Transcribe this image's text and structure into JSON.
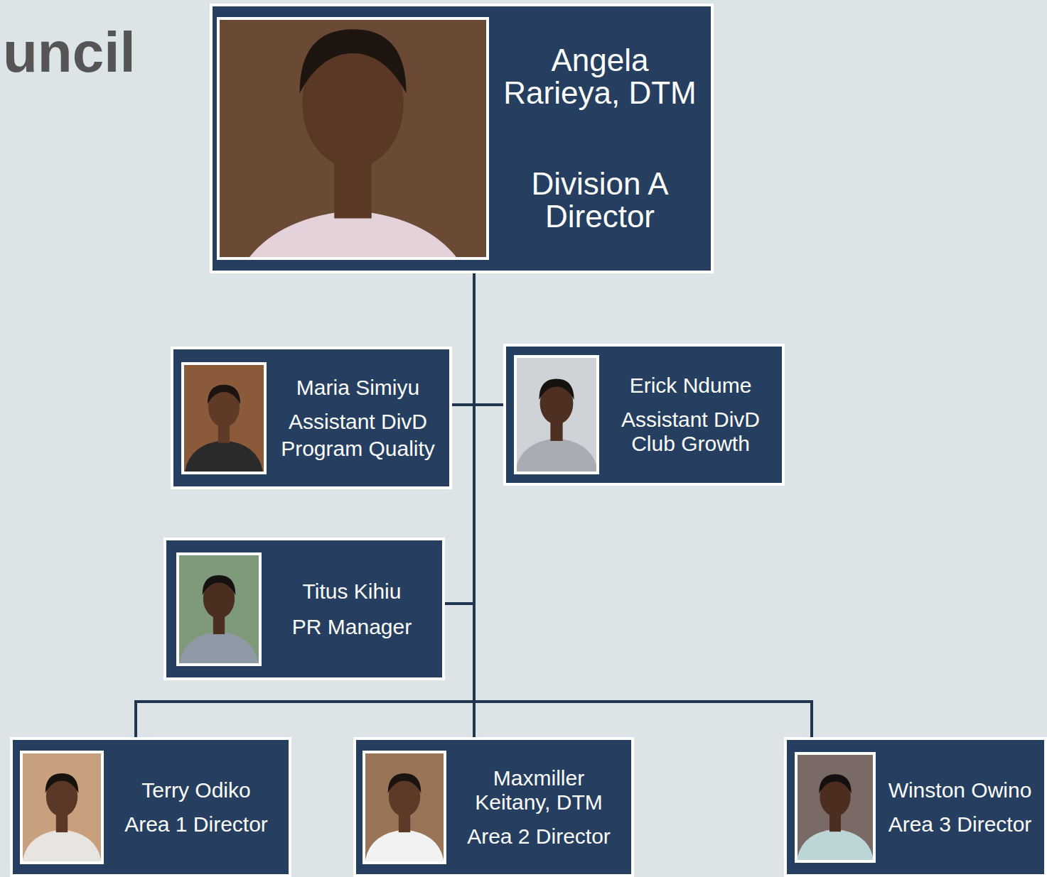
{
  "diagram": {
    "title": "uncil",
    "nodes": [
      {
        "text": [
          "Angela Rarieya, DTM",
          "Division A Director"
        ]
      },
      {
        "text": [
          "Maria Simiyu",
          "Assistant DivD Program Quality"
        ]
      },
      {
        "text": [
          "Erick Ndume",
          "Assistant DivD Club Growth"
        ]
      },
      {
        "text": [
          "Titus Kihiu",
          "PR Manager"
        ]
      },
      {
        "text": [
          "Terry Odiko",
          "Area 1 Director"
        ]
      },
      {
        "text": [
          "Maxmiller Keitany, DTM",
          "Area 2 Director"
        ]
      },
      {
        "text": [
          "Winston Owino",
          "Area 3 Director"
        ]
      }
    ],
    "edges": [
      {
        "from": 0,
        "to": 1,
        "arrow": "none"
      },
      {
        "from": 0,
        "to": 2,
        "arrow": "none"
      },
      {
        "from": 0,
        "to": 3,
        "arrow": "none"
      },
      {
        "from": 0,
        "to": 4,
        "arrow": "none"
      },
      {
        "from": 0,
        "to": 5,
        "arrow": "none"
      },
      {
        "from": 0,
        "to": 6,
        "arrow": "none"
      }
    ]
  }
}
